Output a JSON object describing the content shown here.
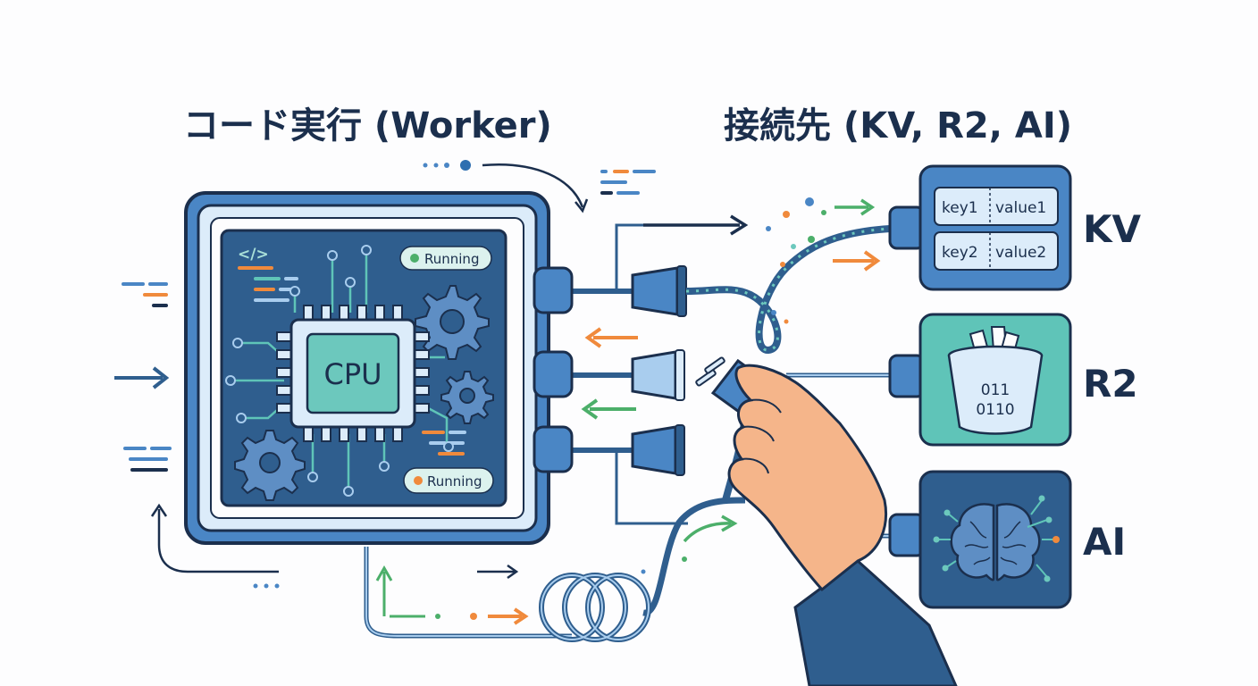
{
  "titles": {
    "left": "コード実行 (Worker)",
    "right": "接続先 (KV, R2, AI)"
  },
  "worker": {
    "code_icon": "</>",
    "status_top": "Running",
    "status_bottom": "Running",
    "cpu_label": "CPU"
  },
  "services": {
    "kv": {
      "label": "KV",
      "rows": [
        {
          "key": "key1",
          "value": "value1"
        },
        {
          "key": "key2",
          "value": "value2"
        }
      ]
    },
    "r2": {
      "label": "R2",
      "bits_line1": "011",
      "bits_line2": "0110"
    },
    "ai": {
      "label": "AI",
      "icon": "brain-circuit-icon"
    }
  },
  "colors": {
    "navy": "#1b2f4d",
    "blue": "#4a86c5",
    "panel": "#2f5e8e",
    "teal": "#5fc4b8",
    "orange": "#f08a3c",
    "green": "#4caf6a",
    "skin": "#f5b58a"
  }
}
